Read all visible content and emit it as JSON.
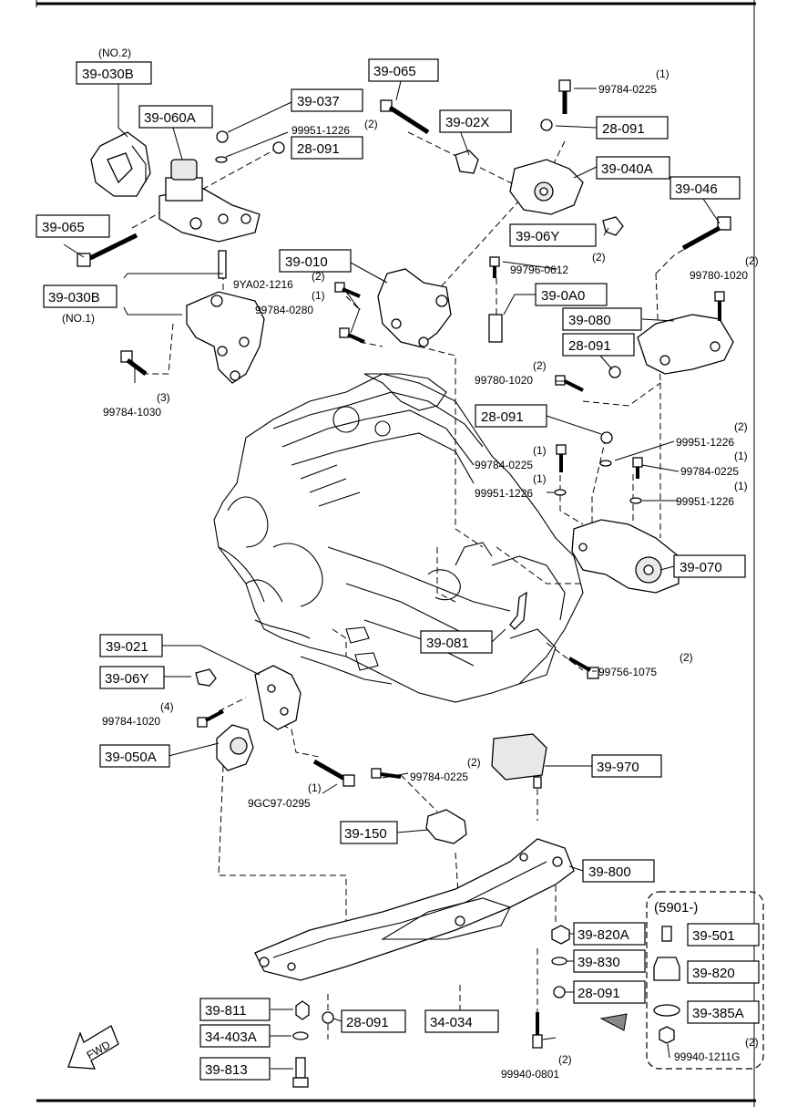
{
  "labels": {
    "no2": "(NO.2)",
    "p39_030B_top": "39-030B",
    "p39_060A": "39-060A",
    "p39_037": "39-037",
    "b99951_1226_a": "99951-1226",
    "q2_a": "(2)",
    "p28_091_a": "28-091",
    "p39_065_left": "39-065",
    "p39_065_top": "39-065",
    "p39_02X": "39-02X",
    "q1_a": "(1)",
    "b99784_0225_a": "99784-0225",
    "p28_091_b": "28-091",
    "p39_040A": "39-040A",
    "p39_046": "39-046",
    "p39_06Y_a": "39-06Y",
    "q2_b": "(2)",
    "b99780_1020_a": "99780-1020",
    "p39_010": "39-010",
    "q2_c": "(2)",
    "b9YA02_1216": "9YA02-1216",
    "q1_b": "(1)",
    "b99784_0280": "99784-0280",
    "p39_030B_bottom": "39-030B",
    "no1": "(NO.1)",
    "q2_d": "(2)",
    "b99796_0612": "99796-0612",
    "p39_0A0": "39-0A0",
    "p39_080": "39-080",
    "p28_091_c": "28-091",
    "q3": "(3)",
    "b99784_1030": "99784-1030",
    "q2_e": "(2)",
    "b99780_1020_b": "99780-1020",
    "p28_091_d": "28-091",
    "q2_f": "(2)",
    "b99951_1226_b": "99951-1226",
    "q1_c": "(1)",
    "b99784_0225_b": "99784-0225",
    "q1_d": "(1)",
    "b99784_0225_c": "99784-0225",
    "q1_e": "(1)",
    "b99951_1226_c": "99951-1226",
    "q1_f": "(1)",
    "b99951_1226_d": "99951-1226",
    "p39_070": "39-070",
    "p39_021": "39-021",
    "p39_081": "39-081",
    "p39_06Y_b": "39-06Y",
    "q2_g": "(2)",
    "b99756_1075": "99756-1075",
    "q4": "(4)",
    "b99784_1020": "99784-1020",
    "p39_050A": "39-050A",
    "p39_970": "39-970",
    "q2_h": "(2)",
    "b99784_0225_d": "99784-0225",
    "q1_g": "(1)",
    "b9GC97_0295": "9GC97-0295",
    "p39_150": "39-150",
    "p39_800": "39-800",
    "group_5901": "(5901-)",
    "p39_501": "39-501",
    "p39_820A": "39-820A",
    "p39_830": "39-830",
    "p39_820": "39-820",
    "p28_091_e": "28-091",
    "p39_385A": "39-385A",
    "q2_i": "(2)",
    "b99940_1211G": "99940-1211G",
    "p39_811": "39-811",
    "p28_091_f": "28-091",
    "p34_034": "34-034",
    "p34_403A": "34-403A",
    "p39_813": "39-813",
    "q2_j": "(2)",
    "b99940_0801": "99940-0801",
    "fwd": "FWD"
  }
}
